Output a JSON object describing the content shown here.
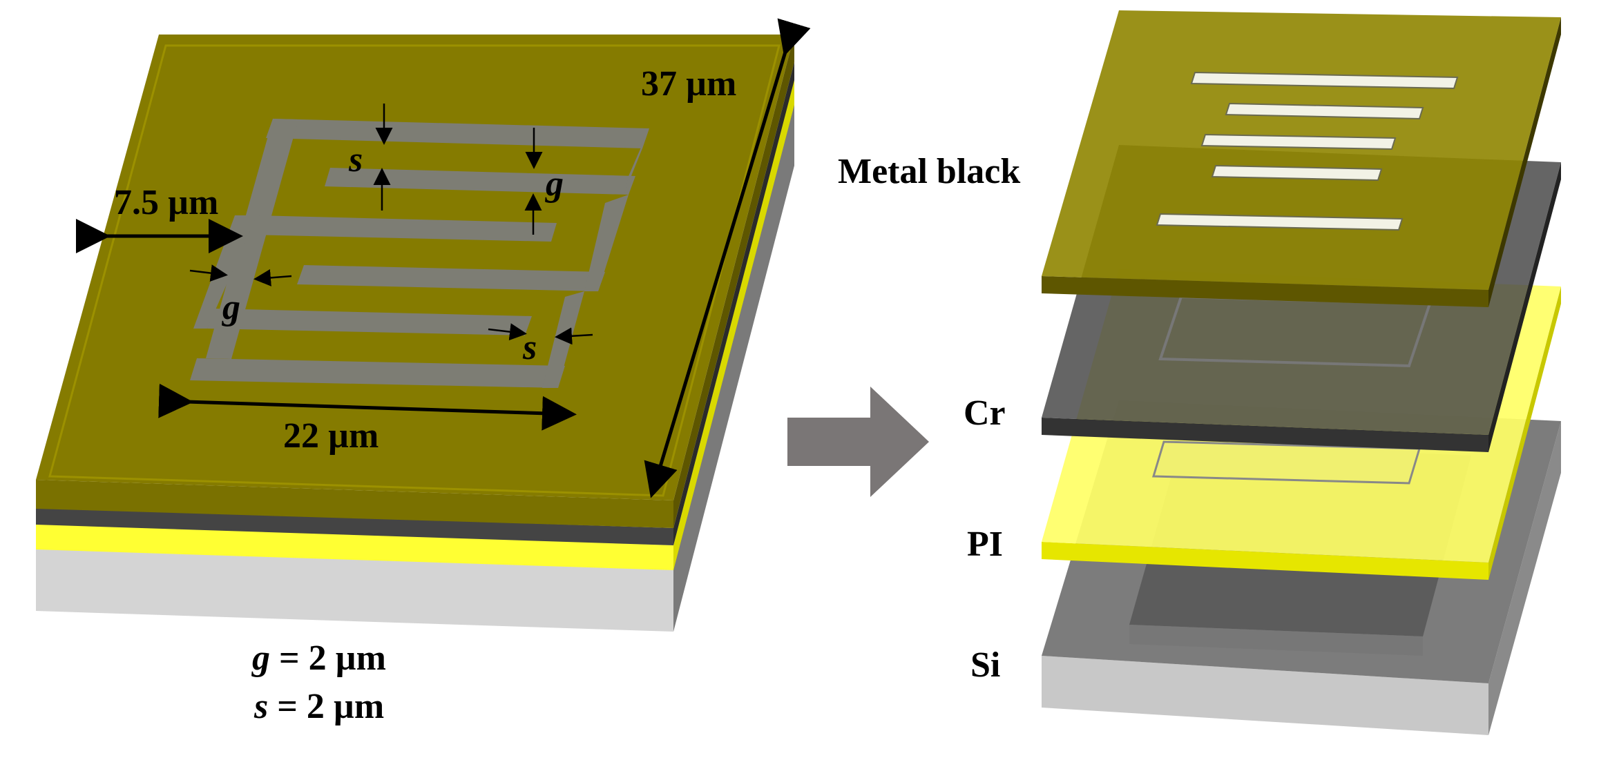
{
  "left_panel": {
    "dimensions": {
      "width": "37 µm",
      "offset": "7.5 µm",
      "meander_width": "22 µm"
    },
    "gap_labels": [
      "s",
      "g",
      "g",
      "s"
    ],
    "equations": [
      {
        "var": "g",
        "rest": " = 2 µm"
      },
      {
        "var": "s",
        "rest": " = 2 µm"
      }
    ]
  },
  "right_panel": {
    "layers": [
      "Metal black",
      "Cr",
      "PI",
      "Si"
    ]
  },
  "colors": {
    "metal_black": "#8a7f00",
    "metal_black_side": "#5e5600",
    "metal_pattern": "#7d7d74",
    "cr": "#4a4a4a",
    "pi": "#ffff66",
    "si": "#cdcdcd",
    "arrow": "#7a7676"
  }
}
